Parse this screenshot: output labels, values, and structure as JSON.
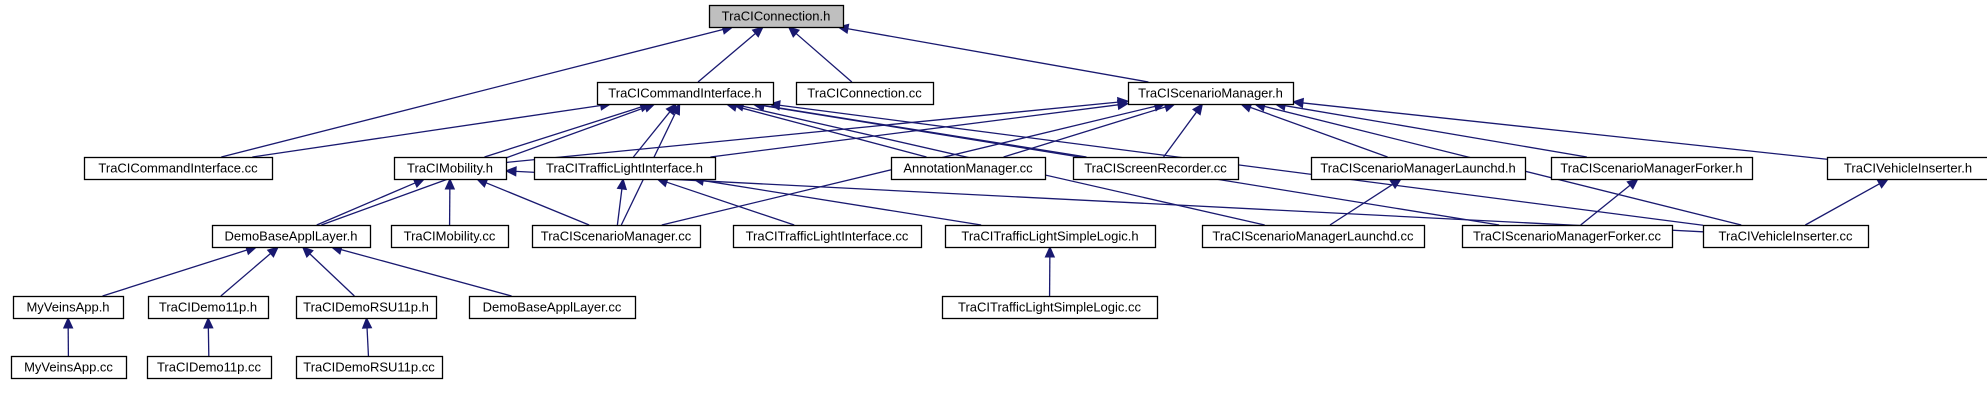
{
  "diagram": {
    "edge_color": "#191970",
    "root_fill": "#bfbfbf",
    "nodes": [
      {
        "id": "traci_connection_h",
        "label": "TraCIConnection.h",
        "root": true
      },
      {
        "id": "traci_command_interface_h",
        "label": "TraCICommandInterface.h"
      },
      {
        "id": "traci_connection_cc",
        "label": "TraCIConnection.cc"
      },
      {
        "id": "traci_scenario_manager_h",
        "label": "TraCIScenarioManager.h"
      },
      {
        "id": "traci_command_interface_cc",
        "label": "TraCICommandInterface.cc"
      },
      {
        "id": "traci_mobility_h",
        "label": "TraCIMobility.h"
      },
      {
        "id": "traci_traffic_light_interface_h",
        "label": "TraCITrafficLightInterface.h"
      },
      {
        "id": "annotation_manager_cc",
        "label": "AnnotationManager.cc"
      },
      {
        "id": "traci_screen_recorder_cc",
        "label": "TraCIScreenRecorder.cc"
      },
      {
        "id": "traci_scenario_manager_launchd_h",
        "label": "TraCIScenarioManagerLaunchd.h"
      },
      {
        "id": "traci_scenario_manager_forker_h",
        "label": "TraCIScenarioManagerForker.h"
      },
      {
        "id": "traci_vehicle_inserter_h",
        "label": "TraCIVehicleInserter.h"
      },
      {
        "id": "demo_base_appl_layer_h",
        "label": "DemoBaseApplLayer.h"
      },
      {
        "id": "traci_mobility_cc",
        "label": "TraCIMobility.cc"
      },
      {
        "id": "traci_scenario_manager_cc",
        "label": "TraCIScenarioManager.cc"
      },
      {
        "id": "traci_traffic_light_interface_cc",
        "label": "TraCITrafficLightInterface.cc"
      },
      {
        "id": "traci_traffic_light_simple_logic_h",
        "label": "TraCITrafficLightSimpleLogic.h"
      },
      {
        "id": "traci_scenario_manager_launchd_cc",
        "label": "TraCIScenarioManagerLaunchd.cc"
      },
      {
        "id": "traci_scenario_manager_forker_cc",
        "label": "TraCIScenarioManagerForker.cc"
      },
      {
        "id": "traci_vehicle_inserter_cc",
        "label": "TraCIVehicleInserter.cc"
      },
      {
        "id": "my_veins_app_h",
        "label": "MyVeinsApp.h"
      },
      {
        "id": "traci_demo11p_h",
        "label": "TraCIDemo11p.h"
      },
      {
        "id": "traci_demo_rsu11p_h",
        "label": "TraCIDemoRSU11p.h"
      },
      {
        "id": "demo_base_appl_layer_cc",
        "label": "DemoBaseApplLayer.cc"
      },
      {
        "id": "traci_traffic_light_simple_logic_cc",
        "label": "TraCITrafficLightSimpleLogic.cc"
      },
      {
        "id": "my_veins_app_cc",
        "label": "MyVeinsApp.cc"
      },
      {
        "id": "traci_demo11p_cc",
        "label": "TraCIDemo11p.cc"
      },
      {
        "id": "traci_demo_rsu11p_cc",
        "label": "TraCIDemoRSU11p.cc"
      }
    ],
    "edges": [
      {
        "from": "traci_command_interface_cc",
        "to": "traci_connection_h"
      },
      {
        "from": "traci_command_interface_h",
        "to": "traci_connection_h"
      },
      {
        "from": "traci_connection_cc",
        "to": "traci_connection_h"
      },
      {
        "from": "traci_scenario_manager_h",
        "to": "traci_connection_h"
      },
      {
        "from": "traci_command_interface_cc",
        "to": "traci_command_interface_h"
      },
      {
        "from": "traci_mobility_h",
        "to": "traci_command_interface_h"
      },
      {
        "from": "traci_traffic_light_interface_h",
        "to": "traci_command_interface_h"
      },
      {
        "from": "demo_base_appl_layer_h",
        "to": "traci_command_interface_h"
      },
      {
        "from": "traci_scenario_manager_cc",
        "to": "traci_command_interface_h"
      },
      {
        "from": "annotation_manager_cc",
        "to": "traci_command_interface_h"
      },
      {
        "from": "traci_screen_recorder_cc",
        "to": "traci_command_interface_h"
      },
      {
        "from": "traci_scenario_manager_launchd_cc",
        "to": "traci_command_interface_h"
      },
      {
        "from": "traci_scenario_manager_forker_cc",
        "to": "traci_command_interface_h"
      },
      {
        "from": "traci_vehicle_inserter_cc",
        "to": "traci_command_interface_h"
      },
      {
        "from": "traci_mobility_h",
        "to": "traci_scenario_manager_h"
      },
      {
        "from": "traci_traffic_light_interface_h",
        "to": "traci_scenario_manager_h"
      },
      {
        "from": "annotation_manager_cc",
        "to": "traci_scenario_manager_h"
      },
      {
        "from": "traci_screen_recorder_cc",
        "to": "traci_scenario_manager_h"
      },
      {
        "from": "traci_scenario_manager_cc",
        "to": "traci_scenario_manager_h"
      },
      {
        "from": "traci_scenario_manager_launchd_h",
        "to": "traci_scenario_manager_h"
      },
      {
        "from": "traci_scenario_manager_forker_h",
        "to": "traci_scenario_manager_h"
      },
      {
        "from": "traci_vehicle_inserter_h",
        "to": "traci_scenario_manager_h"
      },
      {
        "from": "traci_vehicle_inserter_cc",
        "to": "traci_scenario_manager_h"
      },
      {
        "from": "demo_base_appl_layer_h",
        "to": "traci_mobility_h"
      },
      {
        "from": "traci_mobility_cc",
        "to": "traci_mobility_h"
      },
      {
        "from": "traci_scenario_manager_cc",
        "to": "traci_mobility_h"
      },
      {
        "from": "traci_vehicle_inserter_cc",
        "to": "traci_mobility_h"
      },
      {
        "from": "traci_scenario_manager_cc",
        "to": "traci_traffic_light_interface_h"
      },
      {
        "from": "traci_traffic_light_interface_cc",
        "to": "traci_traffic_light_interface_h"
      },
      {
        "from": "traci_traffic_light_simple_logic_h",
        "to": "traci_traffic_light_interface_h"
      },
      {
        "from": "traci_scenario_manager_launchd_cc",
        "to": "traci_scenario_manager_launchd_h"
      },
      {
        "from": "traci_scenario_manager_forker_cc",
        "to": "traci_scenario_manager_forker_h"
      },
      {
        "from": "traci_vehicle_inserter_cc",
        "to": "traci_vehicle_inserter_h"
      },
      {
        "from": "my_veins_app_h",
        "to": "demo_base_appl_layer_h"
      },
      {
        "from": "traci_demo11p_h",
        "to": "demo_base_appl_layer_h"
      },
      {
        "from": "traci_demo_rsu11p_h",
        "to": "demo_base_appl_layer_h"
      },
      {
        "from": "demo_base_appl_layer_cc",
        "to": "demo_base_appl_layer_h"
      },
      {
        "from": "traci_traffic_light_simple_logic_cc",
        "to": "traci_traffic_light_simple_logic_h"
      },
      {
        "from": "my_veins_app_cc",
        "to": "my_veins_app_h"
      },
      {
        "from": "traci_demo11p_cc",
        "to": "traci_demo11p_h"
      },
      {
        "from": "traci_demo_rsu11p_cc",
        "to": "traci_demo_rsu11p_h"
      }
    ]
  }
}
